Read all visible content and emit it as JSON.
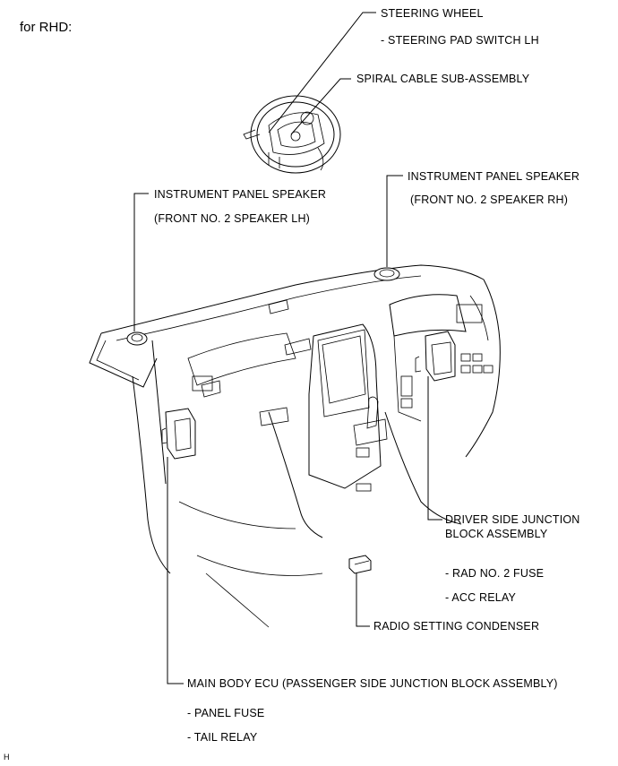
{
  "header": {
    "variant": "for RHD:"
  },
  "labels": {
    "steering_wheel": "STEERING WHEEL",
    "steering_pad_switch": "- STEERING PAD SWITCH LH",
    "spiral_cable": "SPIRAL CABLE  SUB-ASSEMBLY",
    "ip_speaker_rh": "INSTRUMENT PANEL SPEAKER",
    "ip_speaker_rh_sub": "(FRONT NO. 2 SPEAKER RH)",
    "ip_speaker_lh": "INSTRUMENT PANEL SPEAKER",
    "ip_speaker_lh_sub": "(FRONT NO. 2 SPEAKER LH)",
    "driver_jb_line1": "DRIVER SIDE JUNCTION",
    "driver_jb_line2": "BLOCK ASSEMBLY",
    "rad_fuse": "- RAD NO. 2 FUSE",
    "acc_relay": "- ACC RELAY",
    "radio_condenser": "RADIO SETTING CONDENSER",
    "main_body_ecu": "MAIN BODY ECU (PASSENGER SIDE JUNCTION BLOCK ASSEMBLY)",
    "panel_fuse": "- PANEL FUSE",
    "tail_relay": "- TAIL RELAY"
  },
  "footer": {
    "figure_code": "H"
  }
}
